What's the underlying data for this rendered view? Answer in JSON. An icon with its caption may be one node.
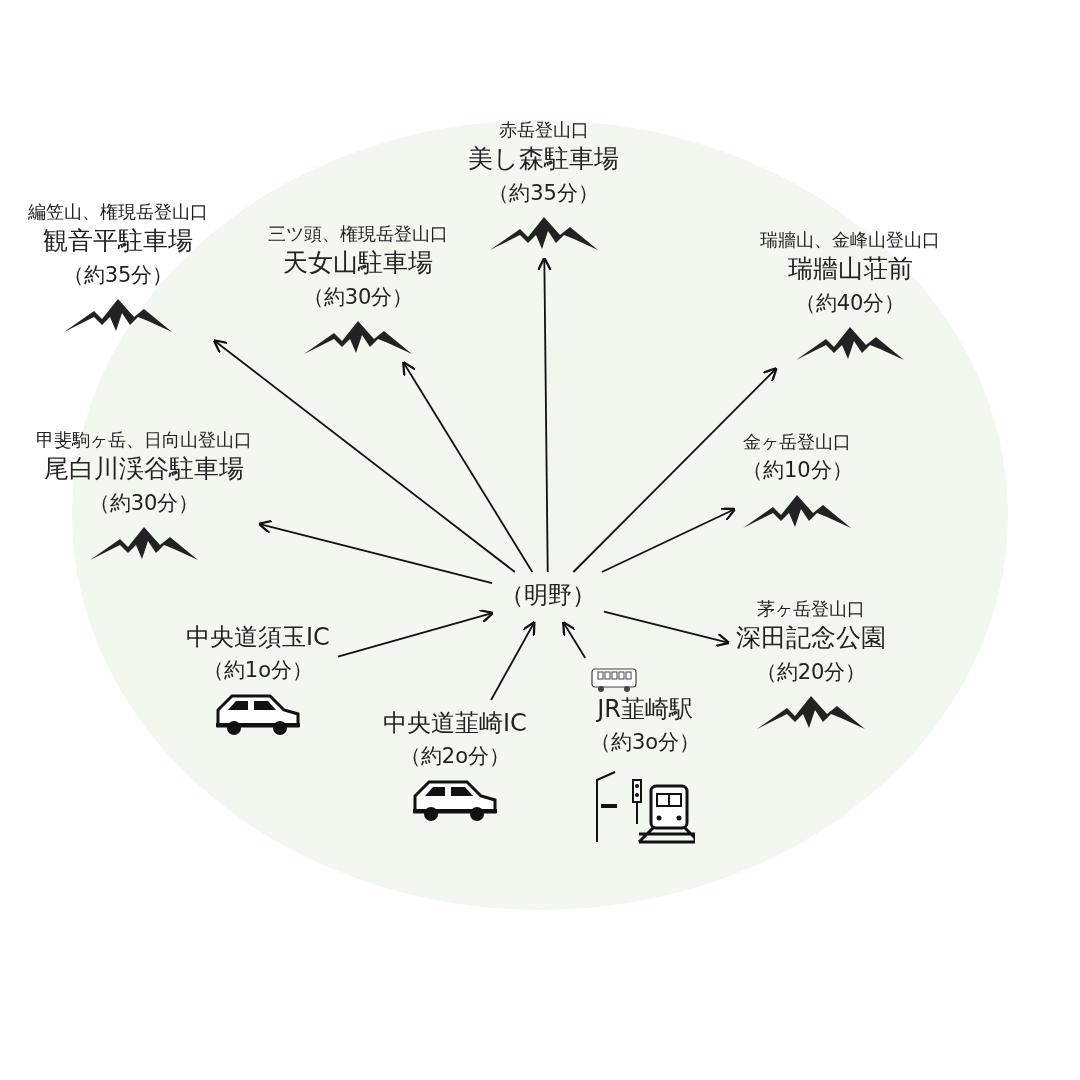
{
  "diagram": {
    "nodes": [
      {
        "text": [
          "（明野）"
        ]
      },
      {
        "text": [
          "編笠山、権現岳登山口",
          "観音平駐車場",
          "（約35分）"
        ]
      },
      {
        "text": [
          "三ツ頭、権現岳登山口",
          "天女山駐車場",
          "（約30分）"
        ]
      },
      {
        "text": [
          "赤岳登山口",
          "美し森駐車場",
          "（約35分）"
        ]
      },
      {
        "text": [
          "瑞牆山、金峰山登山口",
          "瑞牆山荘前",
          "（約40分）"
        ]
      },
      {
        "text": [
          "甲斐駒ヶ岳、日向山登山口",
          "尾白川渓谷駐車場",
          "（約30分）"
        ]
      },
      {
        "text": [
          "金ヶ岳登山口",
          "（約10分）"
        ]
      },
      {
        "text": [
          "茅ヶ岳登山口",
          "深田記念公園",
          "（約20分）"
        ]
      },
      {
        "text": [
          "中央道須玉IC",
          "（約1o分）"
        ]
      },
      {
        "text": [
          "中央道韮崎IC",
          "（約2o分）"
        ]
      },
      {
        "text": [
          "JR韮崎駅",
          "（約3o分）"
        ]
      }
    ],
    "edges": [
      {
        "from": 0,
        "to": 1,
        "arrow": "to"
      },
      {
        "from": 0,
        "to": 2,
        "arrow": "to"
      },
      {
        "from": 0,
        "to": 3,
        "arrow": "to"
      },
      {
        "from": 0,
        "to": 4,
        "arrow": "to"
      },
      {
        "from": 0,
        "to": 5,
        "arrow": "to"
      },
      {
        "from": 0,
        "to": 6,
        "arrow": "to"
      },
      {
        "from": 0,
        "to": 7,
        "arrow": "to"
      },
      {
        "from": 8,
        "to": 0,
        "arrow": "to"
      },
      {
        "from": 9,
        "to": 0,
        "arrow": "to"
      },
      {
        "from": 10,
        "to": 0,
        "arrow": "to"
      }
    ]
  }
}
